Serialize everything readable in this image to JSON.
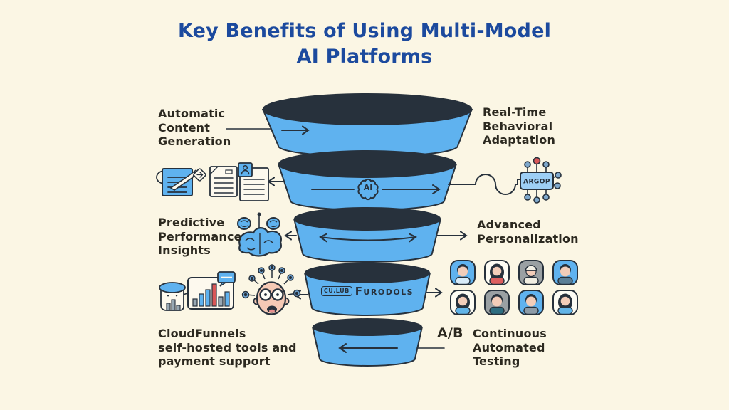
{
  "title": {
    "text": "Key Benefits of Using Multi-Model\nAI Platforms"
  },
  "benefits": {
    "automatic_content_generation": "Automatic\nContent\nGeneration",
    "real_time_behavioral_adaptation": "Real-Time\nBehavioral\nAdaptation",
    "predictive_performance_insights": "Predictive\nPerformance\nInsights",
    "advanced_personalization": "Advanced\nPersonalization",
    "cloudfunnels_support": "CloudFunnels\nself-hosted tools and\npayment support",
    "ab_label": "A/B",
    "continuous_automated_testing": "Continuous\nAutomated\nTesting"
  },
  "funnel": {
    "ai_badge_label": "AI",
    "chip_label": "ARGOP",
    "club_badge_label": "CU,LUB",
    "brand_label": "Furodols"
  },
  "icons": {
    "left_tier2": "documents-with-pen-icon",
    "left_tier3": "brain-icon",
    "left_tier4": "analytics-dashboard-icon and user-face-icon",
    "right_tier2": "argop-chip-icon",
    "right_tier4": "user-avatars-grid-icon"
  },
  "colors": {
    "background": "#fbf6e4",
    "funnel_blue": "#5fb2ef",
    "funnel_dark": "#27313c",
    "title_blue": "#1c4a9e",
    "text_dark": "#2c2920",
    "accent_red": "#d95757"
  }
}
